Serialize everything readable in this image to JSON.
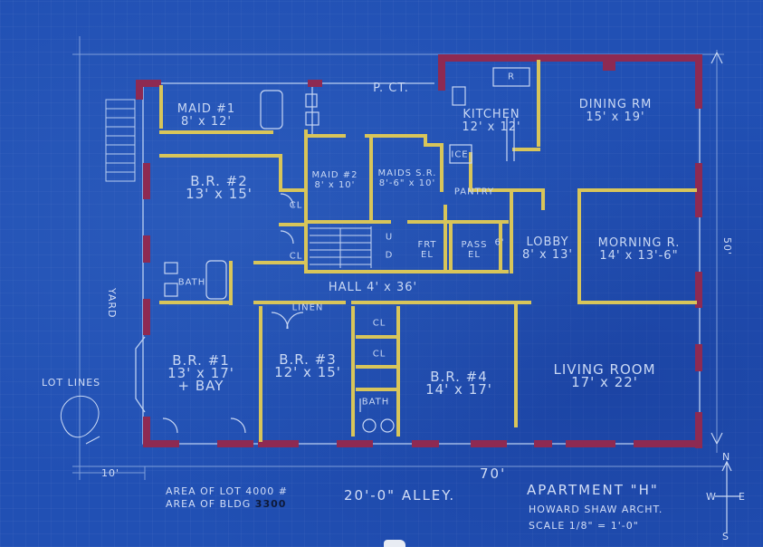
{
  "rooms": {
    "maid1": {
      "name": "MAID #1",
      "dim": "8' x 12'"
    },
    "br2": {
      "name": "B.R. #2",
      "dim": "13' x 15'"
    },
    "maid2": {
      "name": "MAID #2",
      "dim": "8' x 10'"
    },
    "maids_sr": {
      "name": "MAIDS S.R.",
      "dim": "8'-6\" x 10'"
    },
    "kitchen": {
      "name": "KITCHEN",
      "dim": "12' x 12'"
    },
    "dining": {
      "name": "DINING RM",
      "dim": "15' x 19'"
    },
    "pantry": {
      "name": "PANTRY"
    },
    "ice": {
      "name": "ICE"
    },
    "lobby": {
      "name": "LOBBY",
      "dim": "8' x 13'"
    },
    "morning": {
      "name": "MORNING R.",
      "dim": "14' x 13'-6\""
    },
    "hall": {
      "name": "HALL 4' x 36'"
    },
    "br1": {
      "name": "B.R. #1",
      "dim": "13' x 17'",
      "extra": "+ BAY"
    },
    "br3": {
      "name": "B.R. #3",
      "dim": "12' x 15'"
    },
    "br4": {
      "name": "B.R. #4",
      "dim": "14' x 17'"
    },
    "living": {
      "name": "LIVING ROOM",
      "dim": "17' x 22'"
    },
    "bath_left": {
      "name": "BATH"
    },
    "bath_center": {
      "name": "BATH"
    },
    "cl_a": {
      "name": "CL"
    },
    "cl_b": {
      "name": "CL"
    },
    "cl_c": {
      "name": "CL"
    },
    "cl_d": {
      "name": "CL"
    },
    "linen": {
      "name": "LINEN"
    },
    "frt_el": {
      "name": "FRT",
      "sub": "EL"
    },
    "pass_el": {
      "name": "PASS",
      "sub": "EL"
    },
    "porch": {
      "name": "P. CT."
    },
    "fridge": {
      "name": "R"
    },
    "stair_u": {
      "name": "U"
    },
    "stair_d": {
      "name": "D"
    },
    "six": {
      "name": "6'"
    }
  },
  "annotations": {
    "lot_lines": "LOT LINES",
    "yard": "YARD",
    "dim_left": "10'",
    "dim_width": "70'",
    "dim_depth": "50'",
    "area_lot": "AREA OF LOT 4000 #",
    "area_bldg_prefix": "AREA OF BLDG",
    "area_bldg_value": "3300",
    "alley": "20'-0\" ALLEY.",
    "title": "APARTMENT \"H\"",
    "architect": "HOWARD SHAW ARCHT.",
    "scale": "SCALE 1/8\" = 1'-0\"",
    "compass": {
      "n": "N",
      "w": "W",
      "e": "E",
      "s": "S"
    }
  },
  "colors": {
    "background": "#2150b4",
    "exterior_wall": "#8e2a52",
    "partition": "#d8c55a",
    "linework": "#bcd0f2"
  }
}
